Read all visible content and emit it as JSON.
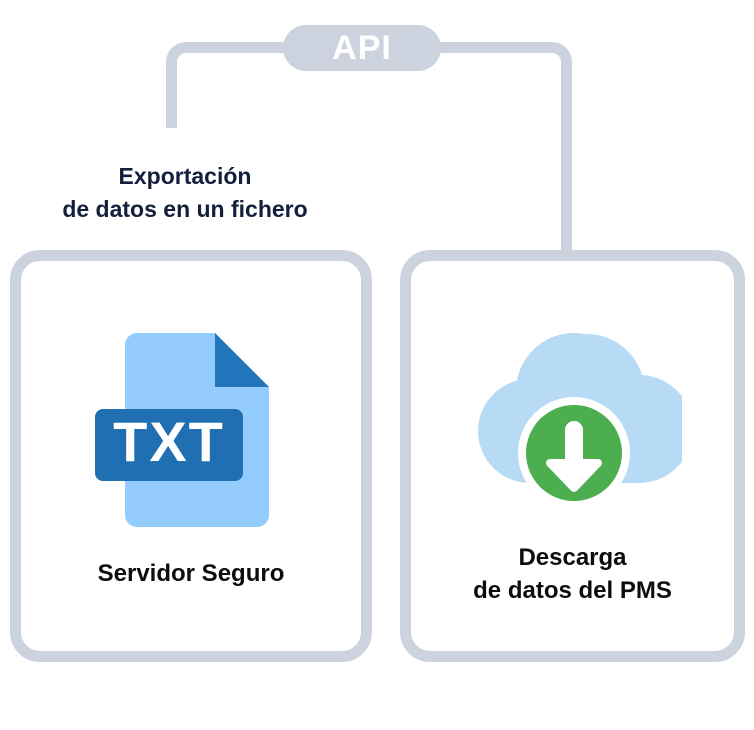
{
  "diagram": {
    "title": "",
    "api_badge": {
      "label": "API",
      "color": "#ccd2de",
      "text_color": "#ffffff"
    },
    "connector": {
      "color": "#ccd2de",
      "left_branch_label": "Exportación\nde datos en un fichero"
    },
    "cards": [
      {
        "id": "servidor-seguro",
        "label": "Servidor Seguro",
        "icon": "txt-file-icon",
        "icon_text": "TXT",
        "icon_colors": {
          "body": "#94ccfd",
          "fold": "#2276bb",
          "badge": "#1f6fb2",
          "badge_text": "#ffffff"
        },
        "border_color": "#ccd2de"
      },
      {
        "id": "descarga-datos-pms",
        "label": "Descarga\nde datos del PMS",
        "icon": "cloud-download-icon",
        "icon_colors": {
          "cloud": "#b8dbf5",
          "circle": "#4cae4f",
          "arrow": "#ffffff",
          "ring": "#ffffff"
        },
        "border_color": "#ccd2de"
      }
    ]
  }
}
